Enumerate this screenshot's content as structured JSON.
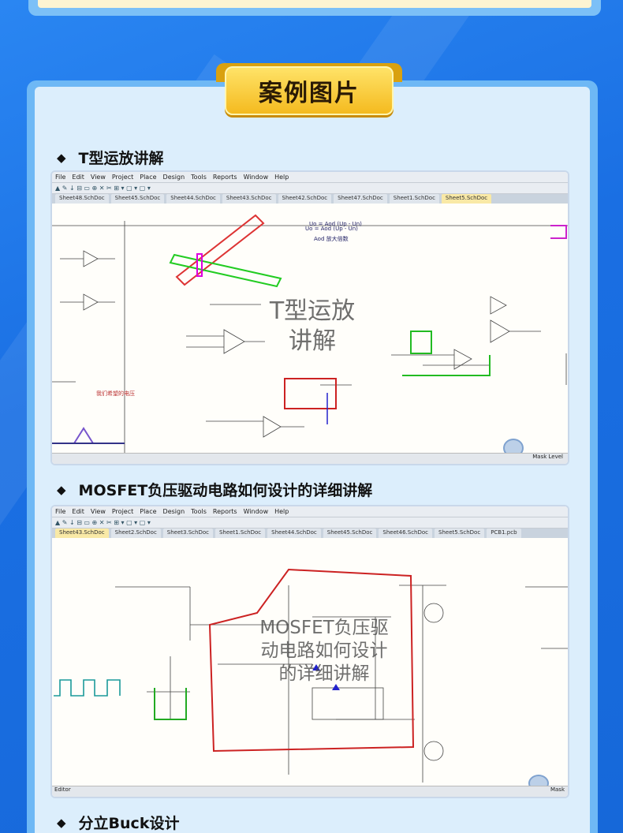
{
  "section_title": "案例图片",
  "cases": [
    {
      "heading": "T型运放讲解",
      "menu": [
        "File",
        "Edit",
        "View",
        "Project",
        "Place",
        "Design",
        "Tools",
        "Reports",
        "Window",
        "Help"
      ],
      "tabs": [
        "Sheet48.SchDoc",
        "Sheet45.SchDoc",
        "Sheet44.SchDoc",
        "Sheet43.SchDoc",
        "Sheet42.SchDoc",
        "Sheet47.SchDoc",
        "Sheet1.SchDoc",
        "Sheet5.SchDoc"
      ],
      "active_tab": "Sheet5.SchDoc",
      "watermark_line1": "T型运放",
      "watermark_line2": "讲解",
      "formula": "Uo = Aod (Up - Un)",
      "formula_note": "Aod   放大倍数",
      "desired_label": "我们希望的电压",
      "status": "Mask Level"
    },
    {
      "heading": "MOSFET负压驱动电路如何设计的详细讲解",
      "menu": [
        "File",
        "Edit",
        "View",
        "Project",
        "Place",
        "Design",
        "Tools",
        "Reports",
        "Window",
        "Help"
      ],
      "tabs": [
        "Sheet43.SchDoc",
        "Sheet2.SchDoc",
        "Sheet3.SchDoc",
        "Sheet1.SchDoc",
        "Sheet44.SchDoc",
        "Sheet45.SchDoc",
        "Sheet46.SchDoc",
        "Sheet5.SchDoc",
        "PCB1.pcb"
      ],
      "active_tab": "Sheet43.SchDoc",
      "watermark_line1": "MOSFET负压驱",
      "watermark_line2": "动电路如何设计",
      "watermark_line3": "的详细讲解",
      "status": "Editor",
      "status_right": "Mask"
    },
    {
      "heading": "分立Buck设计"
    }
  ]
}
